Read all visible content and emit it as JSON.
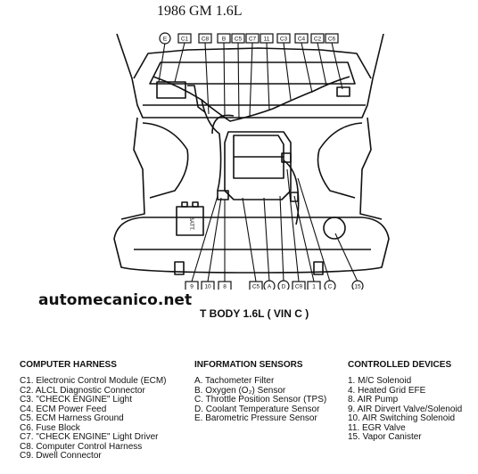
{
  "title": "1986 GM 1.6L",
  "watermark": "automecanico.net",
  "subtitle": "T BODY 1.6L ( VIN C )",
  "battery_label": "BATT.",
  "top_callouts": [
    "E",
    "C1",
    "C8",
    "B",
    "C5",
    "C7",
    "11",
    "C3",
    "C4",
    "C2",
    "C6"
  ],
  "bottom_callouts": [
    "9",
    "10",
    "8",
    "C5",
    "A",
    "D",
    "C9",
    "1",
    "C",
    "15"
  ],
  "columns": [
    {
      "heading": "COMPUTER HARNESS",
      "items": [
        "C1. Electronic Control Module (ECM)",
        "C2. ALCL Diagnostic Connector",
        "C3. \"CHECK ENGINE\" Light",
        "C4. ECM Power Feed",
        "C5. ECM Harness Ground",
        "C6. Fuse Block",
        "C7. \"CHECK ENGINE\" Light Driver",
        "C8. Computer Control Harness",
        "C9. Dwell Connector"
      ]
    },
    {
      "heading": "INFORMATION SENSORS",
      "items": [
        "A. Tachometer Filter",
        "B. Oxygen (O₂) Sensor",
        "C. Throttle Position Sensor (TPS)",
        "D. Coolant Temperature Sensor",
        "E. Barometric Pressure Sensor"
      ]
    },
    {
      "heading": "CONTROLLED DEVICES",
      "items": [
        "1. M/C Solenoid",
        "4. Heated Grid EFE",
        "8. AIR Pump",
        "9. AIR Dirvert Valve/Solenoid",
        "10. AIR Switching Solenoid",
        "11. EGR Valve",
        "15. Vapor Canister"
      ]
    }
  ]
}
